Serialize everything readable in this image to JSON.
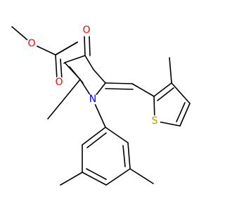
{
  "molecule": {
    "atoms": {
      "o_ester_ether": {
        "label": "O",
        "color": "#ff0000"
      },
      "o_ester_carbonyl": {
        "label": "O",
        "color": "#ff0000"
      },
      "o_ketone": {
        "label": "O",
        "color": "#ff0000"
      },
      "n_ring": {
        "label": "N",
        "color": "#0000ff"
      },
      "s_thiophene": {
        "label": "S",
        "color": "#b3a100"
      }
    }
  }
}
